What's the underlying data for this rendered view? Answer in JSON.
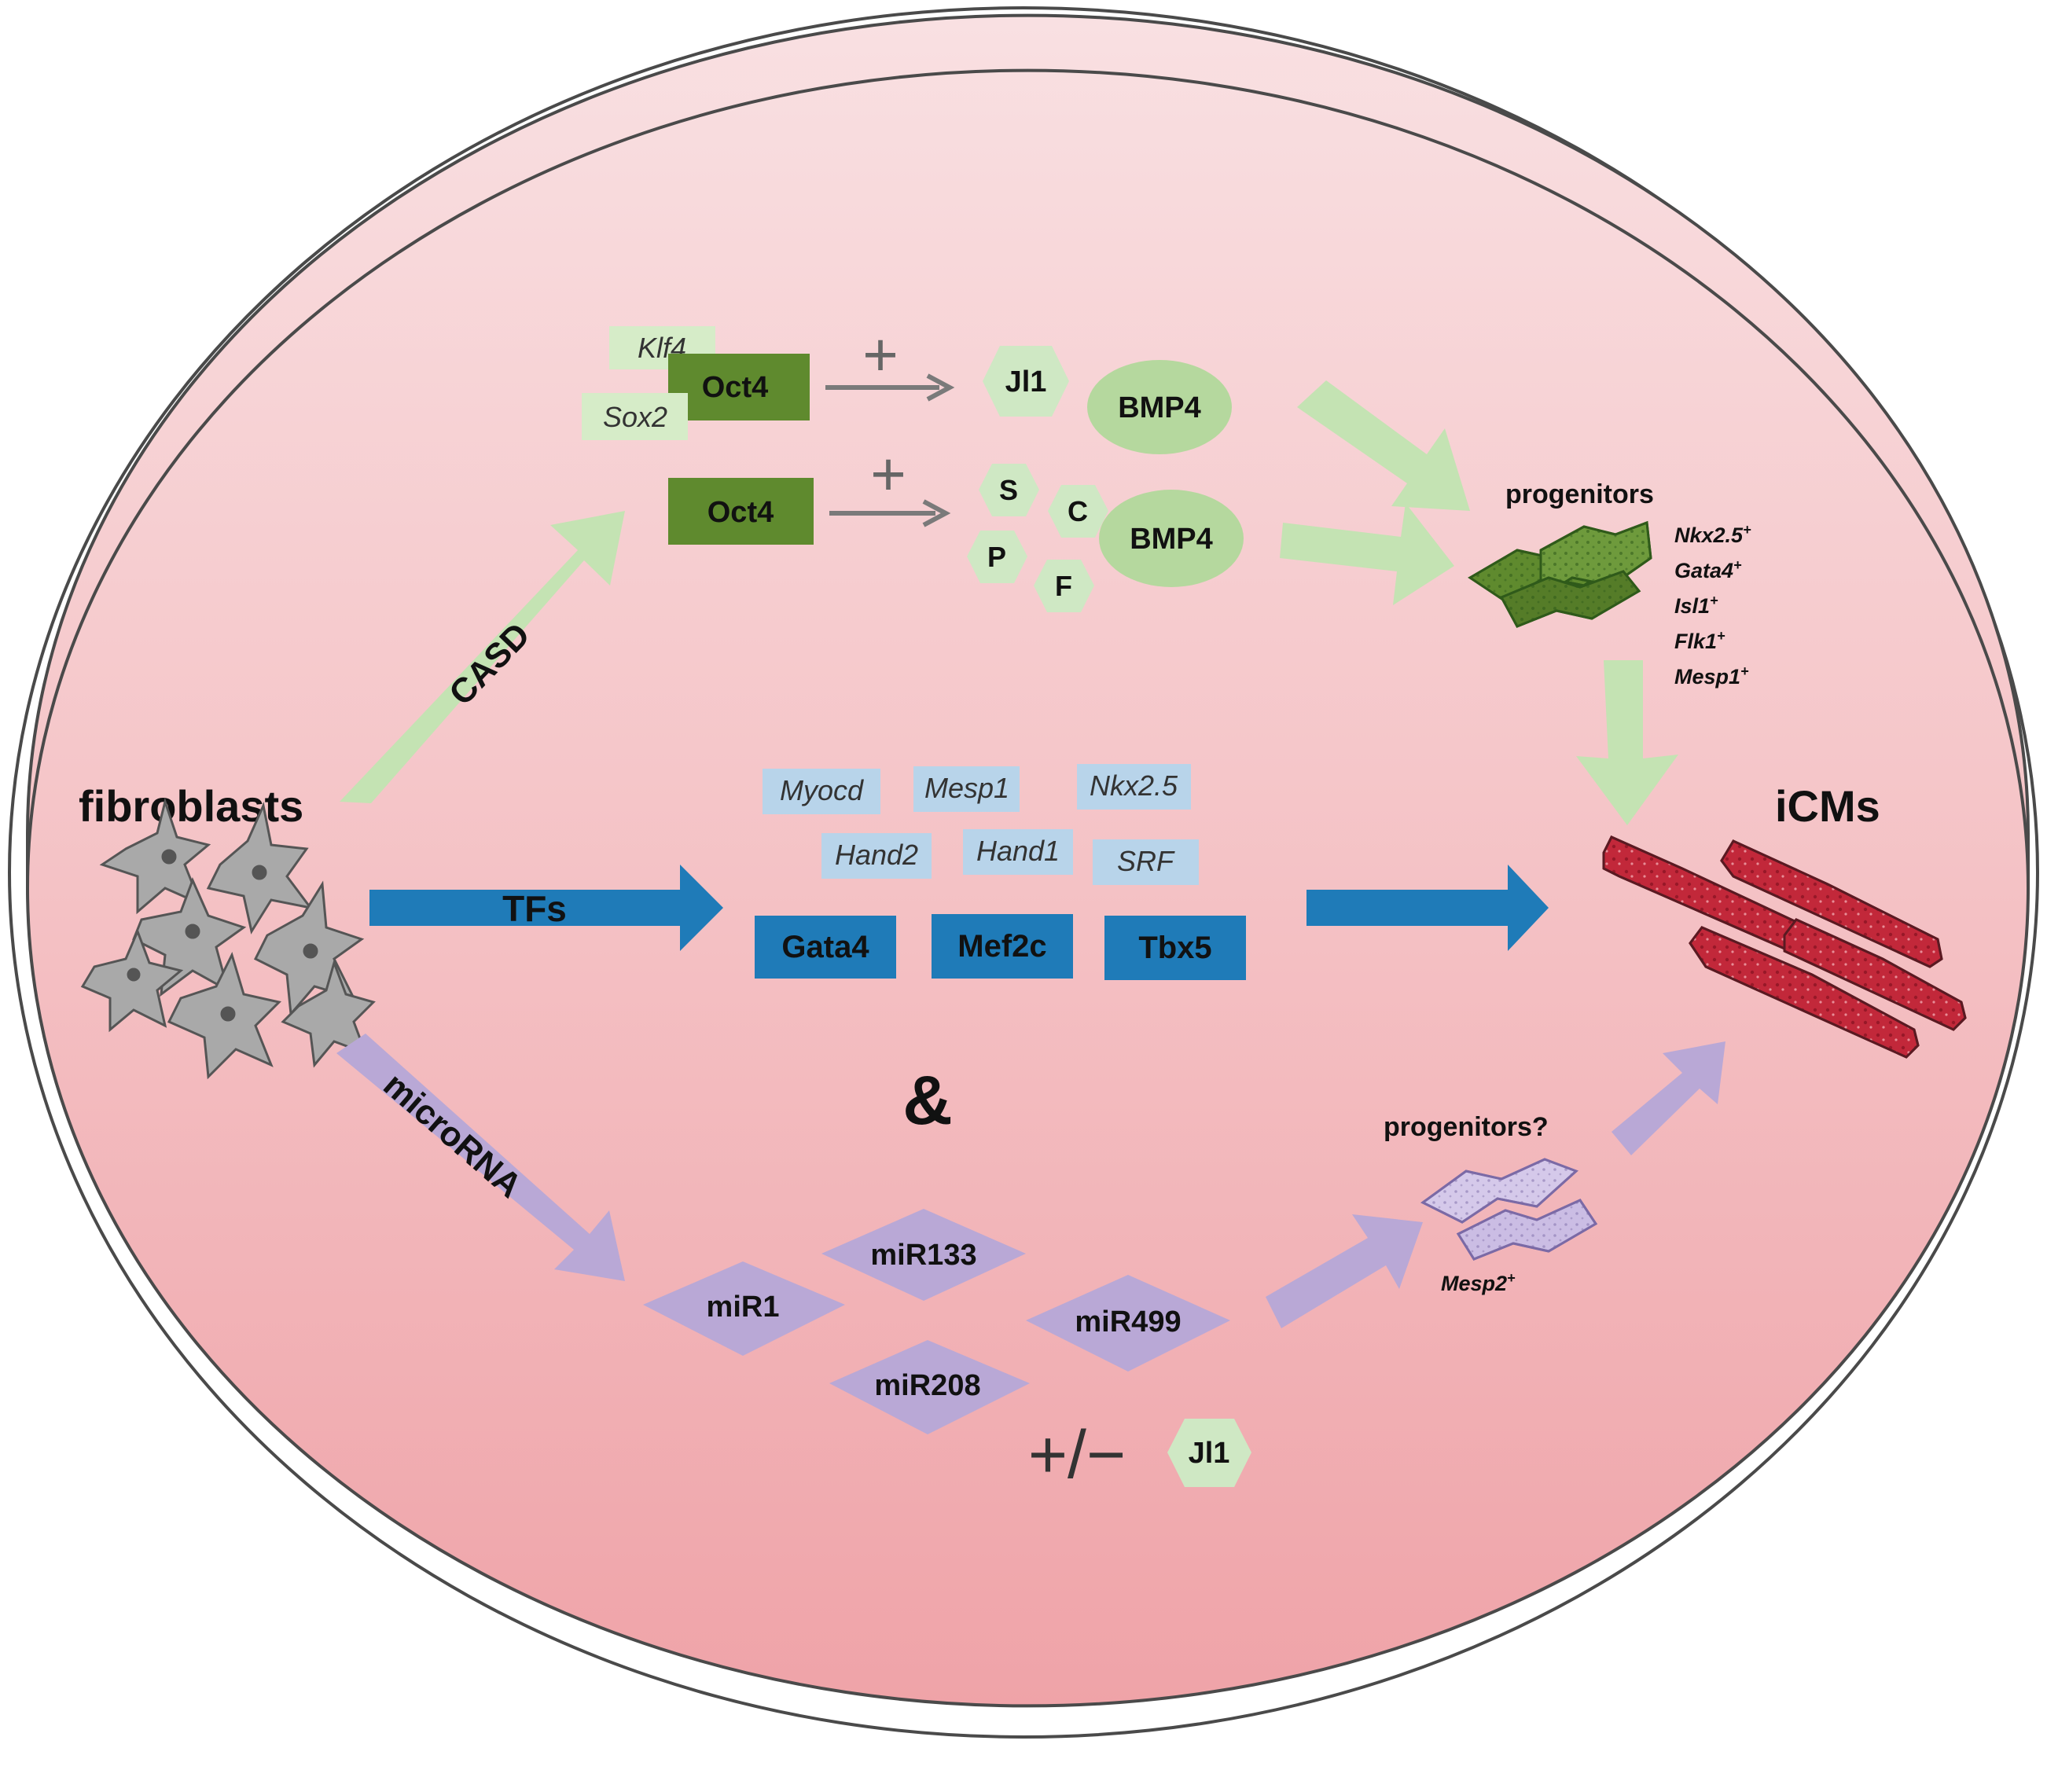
{
  "colors": {
    "dish_fill_top": "#f9dfe1",
    "dish_fill_bottom": "#f0a7ac",
    "green_light": "#cfe8c4",
    "green_arrow": "#c4e3b3",
    "green_dark": "#5f8a2e",
    "blue_light": "#b8d4ea",
    "blue_dark": "#1f7bb8",
    "purple": "#b9a8d6",
    "cardio_red": "#c2283a"
  },
  "start": {
    "label": "fibroblasts"
  },
  "end": {
    "label": "iCMs"
  },
  "pathways": {
    "casd": {
      "label": "CASD",
      "row1": {
        "factors": [
          "Klf4",
          "Oct4",
          "Sox2"
        ],
        "plus": "+",
        "molecules": [
          "Jl1",
          "BMP4"
        ]
      },
      "row2": {
        "factor": "Oct4",
        "plus": "+",
        "small_molecules": [
          "S",
          "C",
          "P",
          "F"
        ],
        "growth_factor": "BMP4"
      },
      "progenitors": {
        "label": "progenitors",
        "markers": [
          "Nkx2.5",
          "Gata4",
          "Isl1",
          "Flk1",
          "Mesp1"
        ],
        "marker_suffix": "+"
      }
    },
    "tfs": {
      "label": "TFs",
      "optional_factors": [
        "Myocd",
        "Mesp1",
        "Nkx2.5",
        "Hand2",
        "Hand1",
        "SRF"
      ],
      "core_factors": [
        "Gata4",
        "Mef2c",
        "Tbx5"
      ]
    },
    "microrna": {
      "label": "microRNA",
      "connector": "&",
      "mirnas": [
        "miR1",
        "miR133",
        "miR208",
        "miR499"
      ],
      "plus_minus": "+/−",
      "cofactor": "Jl1",
      "progenitors": {
        "label": "progenitors?",
        "marker": "Mesp2",
        "marker_suffix": "+"
      }
    }
  }
}
